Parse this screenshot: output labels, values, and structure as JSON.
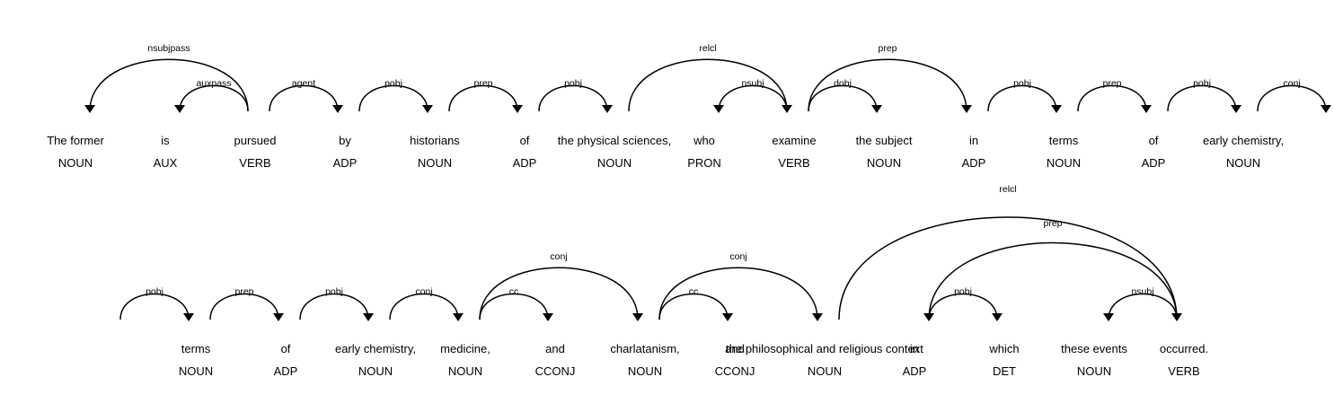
{
  "rows": [
    {
      "tokens": [
        {
          "text": "The former",
          "tag": "NOUN"
        },
        {
          "text": "is",
          "tag": "AUX"
        },
        {
          "text": "pursued",
          "tag": "VERB"
        },
        {
          "text": "by",
          "tag": "ADP"
        },
        {
          "text": "historians",
          "tag": "NOUN"
        },
        {
          "text": "of",
          "tag": "ADP"
        },
        {
          "text": "the physical sciences,",
          "tag": "NOUN"
        },
        {
          "text": "who",
          "tag": "PRON"
        },
        {
          "text": "examine",
          "tag": "VERB"
        },
        {
          "text": "the subject",
          "tag": "NOUN"
        },
        {
          "text": "in",
          "tag": "ADP"
        },
        {
          "text": "terms",
          "tag": "NOUN"
        },
        {
          "text": "of",
          "tag": "ADP"
        },
        {
          "text": "early chemistry,",
          "tag": "NOUN"
        }
      ],
      "arcs": [
        {
          "label": "nsubjpass",
          "start": 0,
          "end": 2,
          "dir": "left",
          "level": 2
        },
        {
          "label": "auxpass",
          "start": 1,
          "end": 2,
          "dir": "left",
          "level": 1
        },
        {
          "label": "agent",
          "start": 2,
          "end": 3,
          "dir": "right",
          "level": 1
        },
        {
          "label": "pobj",
          "start": 3,
          "end": 4,
          "dir": "right",
          "level": 1
        },
        {
          "label": "prep",
          "start": 4,
          "end": 5,
          "dir": "right",
          "level": 1
        },
        {
          "label": "pobj",
          "start": 5,
          "end": 6,
          "dir": "right",
          "level": 1
        },
        {
          "label": "relcl",
          "start": 6,
          "end": 8,
          "dir": "right",
          "level": 2
        },
        {
          "label": "nsubj",
          "start": 7,
          "end": 8,
          "dir": "left",
          "level": 1
        },
        {
          "label": "dobj",
          "start": 8,
          "end": 9,
          "dir": "right",
          "level": 1
        },
        {
          "label": "prep",
          "start": 8,
          "end": 10,
          "dir": "right",
          "level": 2
        },
        {
          "label": "pobj",
          "start": 10,
          "end": 11,
          "dir": "right",
          "level": 1
        },
        {
          "label": "prep",
          "start": 11,
          "end": 12,
          "dir": "right",
          "level": 1
        },
        {
          "label": "pobj",
          "start": 12,
          "end": 13,
          "dir": "right",
          "level": 1
        },
        {
          "label": "conj",
          "start": 13,
          "end": 14,
          "dir": "right",
          "level": 1
        }
      ]
    },
    {
      "tokens": [
        {
          "text": "terms",
          "tag": "NOUN"
        },
        {
          "text": "of",
          "tag": "ADP"
        },
        {
          "text": "early chemistry,",
          "tag": "NOUN"
        },
        {
          "text": "medicine,",
          "tag": "NOUN"
        },
        {
          "text": "and",
          "tag": "CCONJ"
        },
        {
          "text": "charlatanism,",
          "tag": "NOUN"
        },
        {
          "text": "and",
          "tag": "CCONJ"
        },
        {
          "text": "the philosophical and religious context",
          "tag": "NOUN"
        },
        {
          "text": "in",
          "tag": "ADP"
        },
        {
          "text": "which",
          "tag": "DET"
        },
        {
          "text": "these events",
          "tag": "NOUN"
        },
        {
          "text": "occurred.",
          "tag": "VERB"
        }
      ],
      "arcs": [
        {
          "label": "pobj",
          "start": -1,
          "end": 0,
          "dir": "right",
          "level": 1
        },
        {
          "label": "prep",
          "start": 0,
          "end": 1,
          "dir": "right",
          "level": 1
        },
        {
          "label": "pobj",
          "start": 1,
          "end": 2,
          "dir": "right",
          "level": 1
        },
        {
          "label": "conj",
          "start": 2,
          "end": 3,
          "dir": "right",
          "level": 1
        },
        {
          "label": "cc",
          "start": 3,
          "end": 4,
          "dir": "right",
          "level": 1
        },
        {
          "label": "conj",
          "start": 3,
          "end": 5,
          "dir": "right",
          "level": 2
        },
        {
          "label": "cc",
          "start": 5,
          "end": 6,
          "dir": "right",
          "level": 1
        },
        {
          "label": "conj",
          "start": 5,
          "end": 7,
          "dir": "right",
          "level": 2
        },
        {
          "label": "relcl",
          "start": 7,
          "end": 11,
          "dir": "right",
          "level": 4
        },
        {
          "label": "prep",
          "start": 8,
          "end": 11,
          "dir": "left",
          "level": 3
        },
        {
          "label": "pobj",
          "start": 8,
          "end": 9,
          "dir": "right",
          "level": 1
        },
        {
          "label": "nsubj",
          "start": 10,
          "end": 11,
          "dir": "left",
          "level": 1
        }
      ]
    }
  ]
}
